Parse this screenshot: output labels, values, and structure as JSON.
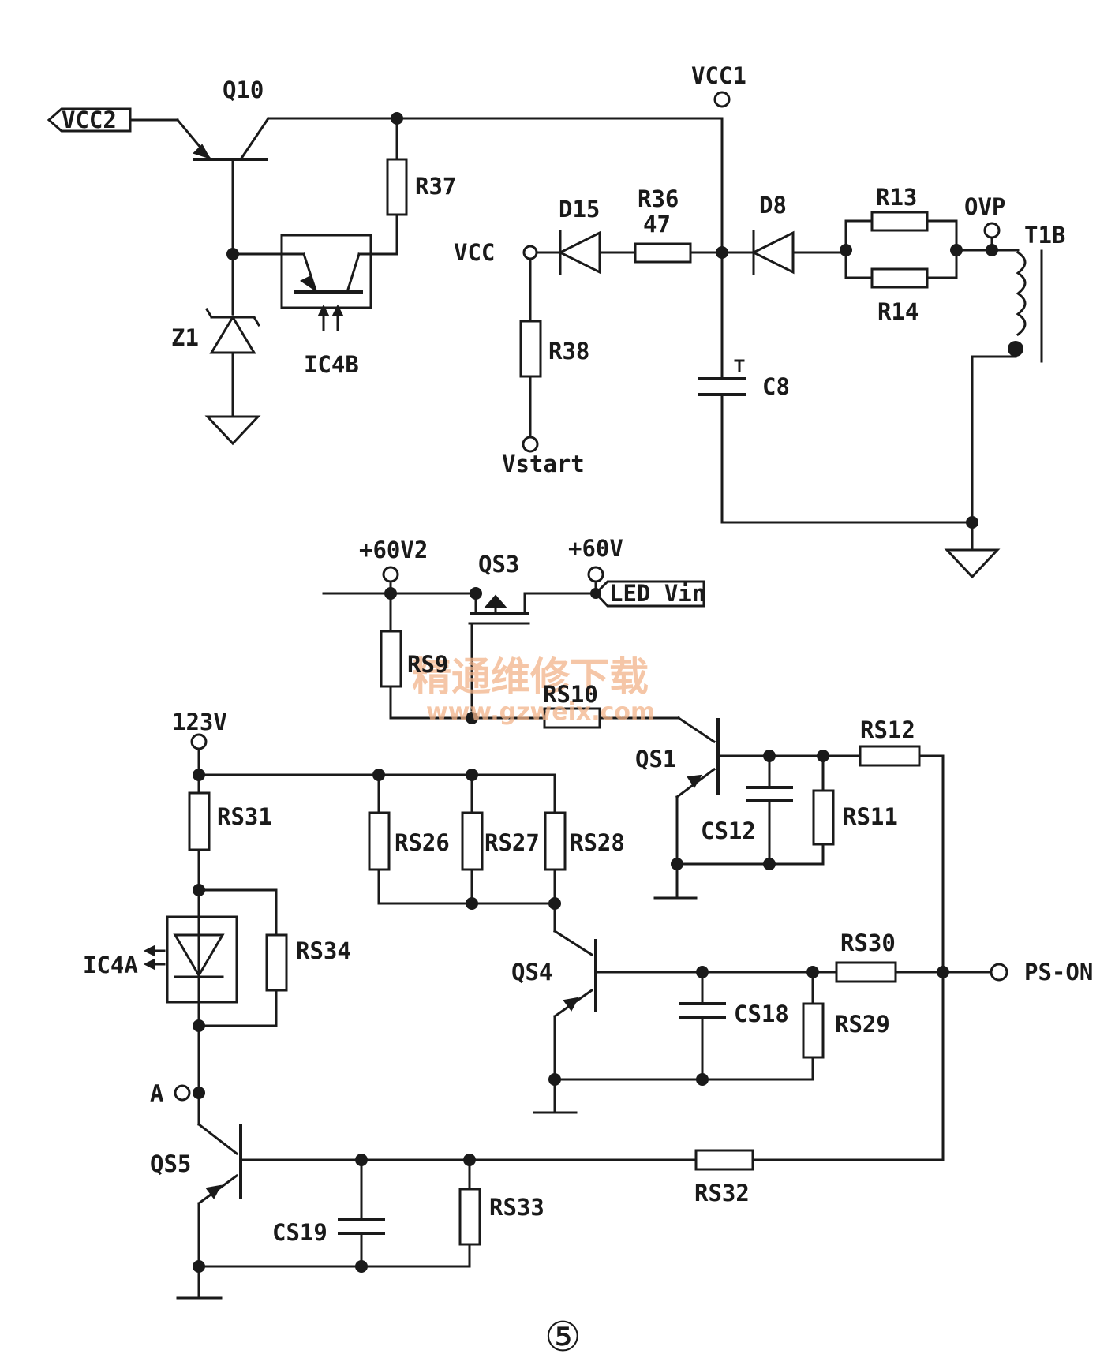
{
  "labels": {
    "vcc2": "VCC2",
    "q10": "Q10",
    "vcc1": "VCC1",
    "r37": "R37",
    "d15": "D15",
    "r36": "R36",
    "r36_value": "47",
    "d8": "D8",
    "r13": "R13",
    "ovp": "OVP",
    "t1b": "T1B",
    "vcc": "VCC",
    "r14": "R14",
    "z1": "Z1",
    "ic4b": "IC4B",
    "r38": "R38",
    "c8": "C8",
    "vstart": "Vstart",
    "v60v2": "+60V2",
    "qs3": "QS3",
    "v60v": "+60V",
    "led_vin": "LED Vin",
    "rs9": "RS9",
    "rs10": "RS10",
    "v123": "123V",
    "rs12": "RS12",
    "qs1": "QS1",
    "rs31": "RS31",
    "cs12": "CS12",
    "rs11": "RS11",
    "rs26": "RS26",
    "rs27": "RS27",
    "rs28": "RS28",
    "rs34": "RS34",
    "ic4a": "IC4A",
    "rs30": "RS30",
    "qs4": "QS4",
    "ps_on": "PS-ON",
    "cs18": "CS18",
    "rs29": "RS29",
    "node_a": "A",
    "qs5": "QS5",
    "rs33": "RS33",
    "rs32": "RS32",
    "cs19": "CS19"
  },
  "watermark": {
    "text": "精通维修下载",
    "url": "www.gzweix.com"
  },
  "figure_number": "⑤",
  "colors": {
    "ink": "#1a1a1a",
    "watermark": "#f2b48a",
    "background": "#ffffff"
  }
}
